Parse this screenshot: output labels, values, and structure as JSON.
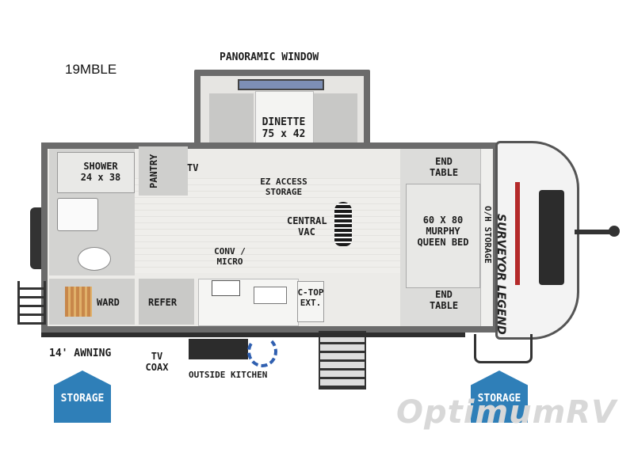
{
  "model": "19MBLE",
  "labels": {
    "panoramic_window": "PANORAMIC WINDOW",
    "dinette": "DINETTE\n75 x 42",
    "ez_access_storage": "EZ ACCESS\nSTORAGE",
    "shower": "SHOWER\n24 x 38",
    "pantry": "PANTRY",
    "tv": "TV",
    "central_vac": "CENTRAL\nVAC",
    "end_table_top": "END\nTABLE",
    "bed": "60 X 80\nMURPHY\nQUEEN BED",
    "oh_storage": "O/H STORAGE",
    "end_table_bottom": "END\nTABLE",
    "conv_micro": "CONV /\nMICRO",
    "ctop_ext": "C-TOP\nEXT.",
    "ward": "WARD",
    "refer": "REFER",
    "awning": "14' AWNING",
    "tv_coax": "TV\nCOAX",
    "outside_kitchen": "OUTSIDE KITCHEN"
  },
  "storage_left": "STORAGE",
  "storage_right": "STORAGE",
  "watermark": "OptimumRV",
  "colors": {
    "wall": "#6b6b6b",
    "floor": "#ecebe8",
    "storage_badge": "#2f7fb8"
  }
}
